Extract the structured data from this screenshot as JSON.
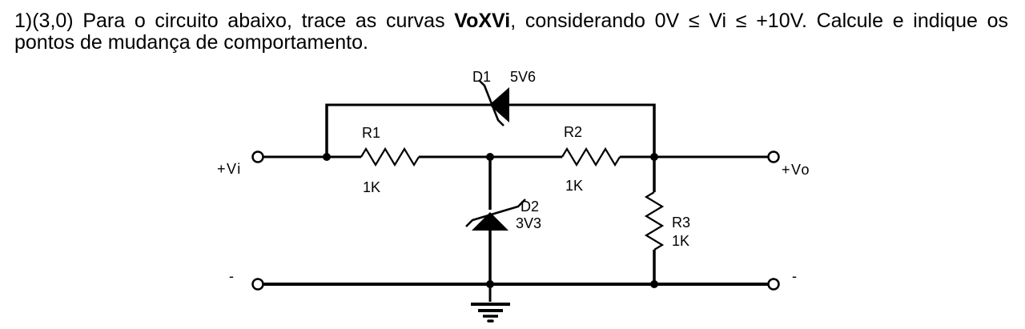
{
  "question": {
    "line1_pre": "1)(3,0) Para o circuito abaixo, trace as curvas ",
    "line1_bold": "VoXVi",
    "line1_post": ", considerando  0V ≤ Vi ≤ +10V. Calcule e indique os",
    "line2": "pontos de mudança de comportamento."
  },
  "circuit": {
    "d1": {
      "ref": "D1",
      "value": "5V6"
    },
    "d2": {
      "ref": "D2",
      "value": "3V3"
    },
    "r1": {
      "ref": "R1",
      "value": "1K"
    },
    "r2": {
      "ref": "R2",
      "value": "1K"
    },
    "r3": {
      "ref": "R3",
      "value": "1K"
    },
    "input_terminal": "+Vi",
    "output_terminal": "+Vo",
    "neg_left": "-",
    "neg_right": "-"
  },
  "colors": {
    "ink": "#000000",
    "background": "#ffffff"
  }
}
